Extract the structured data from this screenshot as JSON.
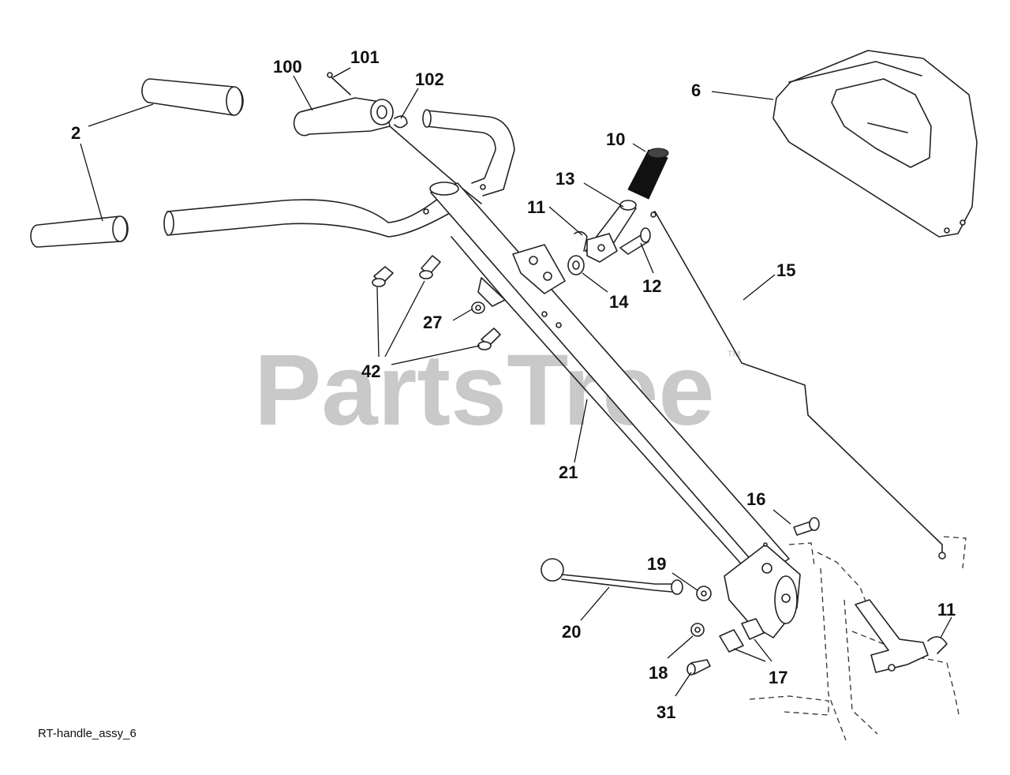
{
  "diagram": {
    "caption": "RT-handle_assy_6",
    "watermark": "PartsTree",
    "trademark": "™",
    "callouts": [
      {
        "key": "c2",
        "label": "2"
      },
      {
        "key": "c100",
        "label": "100"
      },
      {
        "key": "c101",
        "label": "101"
      },
      {
        "key": "c102",
        "label": "102"
      },
      {
        "key": "c6",
        "label": "6"
      },
      {
        "key": "c10",
        "label": "10"
      },
      {
        "key": "c13",
        "label": "13"
      },
      {
        "key": "c11a",
        "label": "11"
      },
      {
        "key": "c12",
        "label": "12"
      },
      {
        "key": "c14",
        "label": "14"
      },
      {
        "key": "c15",
        "label": "15"
      },
      {
        "key": "c27",
        "label": "27"
      },
      {
        "key": "c42",
        "label": "42"
      },
      {
        "key": "c21",
        "label": "21"
      },
      {
        "key": "c16",
        "label": "16"
      },
      {
        "key": "c19",
        "label": "19"
      },
      {
        "key": "c20",
        "label": "20"
      },
      {
        "key": "c18",
        "label": "18"
      },
      {
        "key": "c17",
        "label": "17"
      },
      {
        "key": "c11b",
        "label": "11"
      },
      {
        "key": "c31",
        "label": "31"
      }
    ]
  }
}
